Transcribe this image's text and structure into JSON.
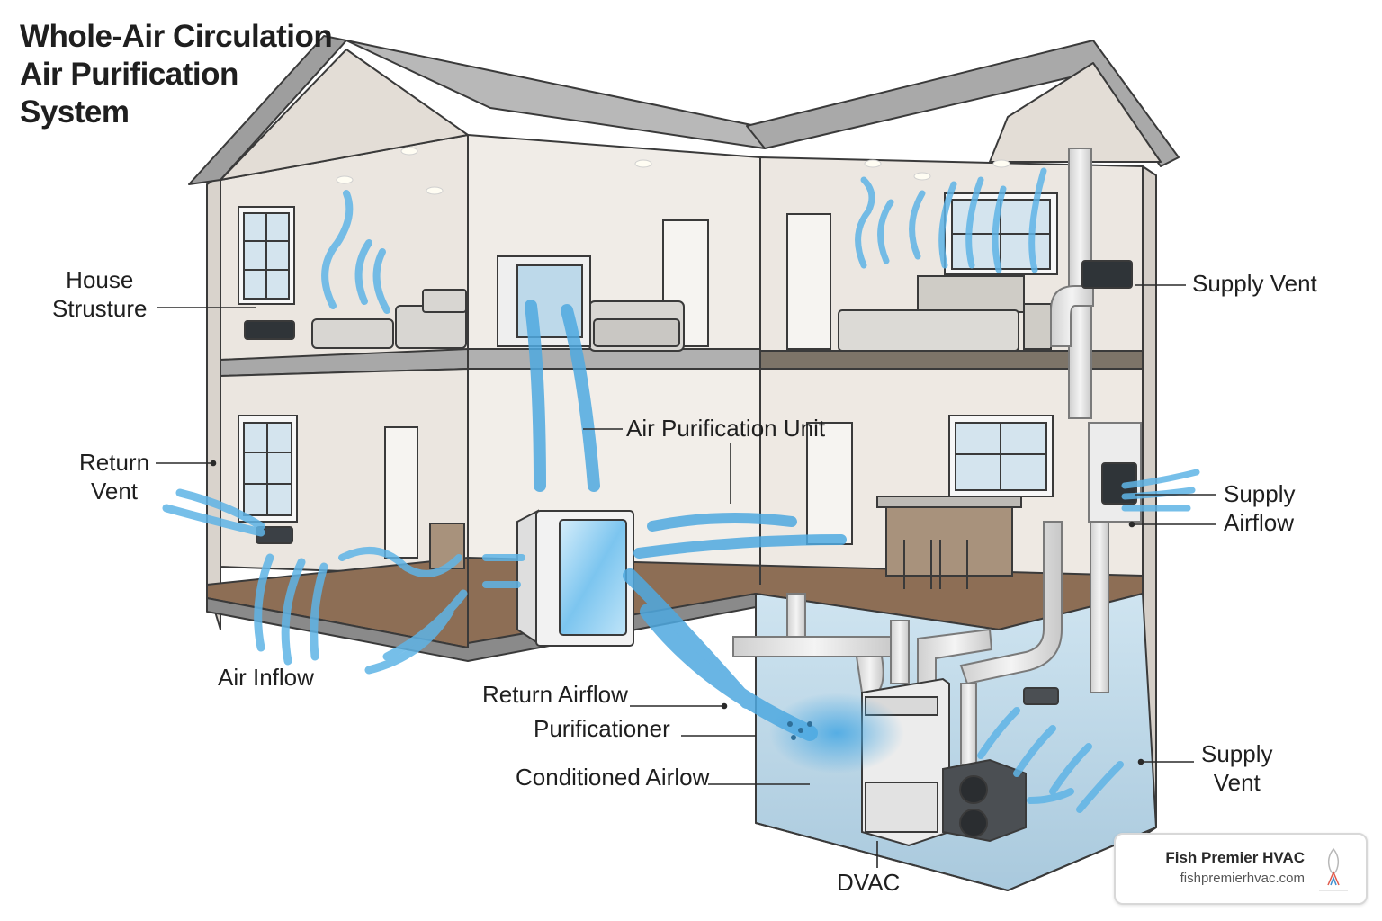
{
  "title": [
    "Whole-Air Circulation",
    "Air Purification",
    "System"
  ],
  "labels": {
    "house_structure": [
      "House",
      "Strusture"
    ],
    "return_vent": [
      "Return",
      "Vent"
    ],
    "air_inflow": "Air Inflow",
    "air_purification_unit": "Air Purification Unit",
    "return_airflow": "Return Airflow",
    "purificationer": "Purificationer",
    "conditioned_airflow": "Conditioned Airlow",
    "dvac": "DVAC",
    "supply_vent_top": "Supply Vent",
    "supply_airflow": [
      "Supply",
      "Airflow"
    ],
    "supply_vent_bottom": [
      "Supply",
      "Vent"
    ]
  },
  "brand": {
    "name": "Fish Premier HVAC",
    "url": "fishpremierhvac.com"
  },
  "colors": {
    "airflow": "#5fb4e6",
    "airflow_light": "#a9d8f3",
    "wall": "#efebe6",
    "wall_shade": "#d9d3cc",
    "roof": "#b9b9b9",
    "floor": "#8d6e55",
    "duct": "#e6e6e6",
    "outline": "#3a3a3a"
  }
}
